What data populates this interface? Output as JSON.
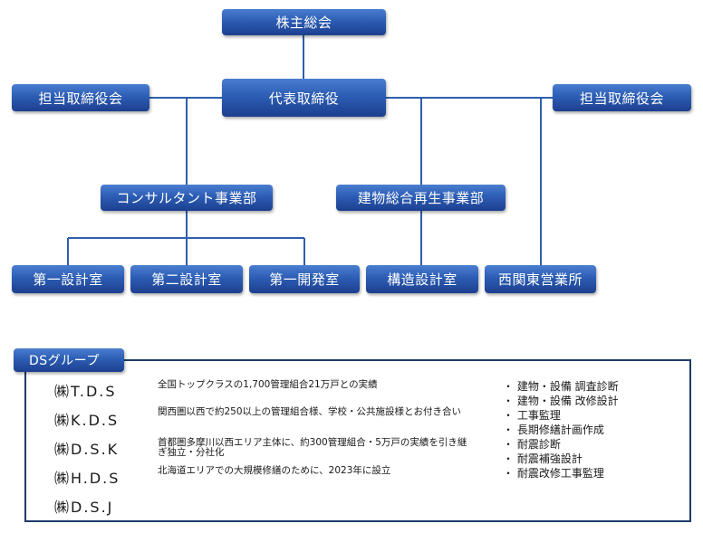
{
  "org": {
    "shareholders": "株主総会",
    "auditors_left": "担当取締役会",
    "president": "代表取締役",
    "auditors_right": "担当取締役会",
    "consulting_div": "コンサルタント事業部",
    "rebuild_div": "建物総合再生事業部",
    "design1": "第一設計室",
    "design2": "第二設計室",
    "dev1": "第一開発室",
    "structure": "構造設計室",
    "west_kanto": "西関東営業所"
  },
  "group": {
    "title": "DSグループ",
    "companies": [
      {
        "name": "㈱T.D.S",
        "desc": "全国トップクラスの1,700管理組合21万戸との実績"
      },
      {
        "name": "㈱K.D.S",
        "desc": "関西圏以西で約250以上の管理組合様、学校・公共施設様とお付き合い"
      },
      {
        "name": "㈱D.S.K",
        "desc": "首都圏多摩川以西エリア主体に、約300管理組合・5万戸の実績を引き継ぎ独立・分社化"
      },
      {
        "name": "㈱H.D.S",
        "desc": "北海道エリアでの大規模修繕のために、2023年に設立"
      },
      {
        "name": "㈱D.S.J",
        "desc": ""
      }
    ],
    "services": [
      "・ 建物・設備 調査診断",
      "・ 建物・設備 改修設計",
      "・ 工事監理",
      "・ 長期修繕計画作成",
      "・ 耐震診断",
      "・ 耐震補強設計",
      "・ 耐震改修工事監理"
    ]
  },
  "colors": {
    "box_top": "#4a7ed0",
    "box_bottom": "#1d3f8f",
    "line": "#2f5fae",
    "panel_border": "#1f3a6a"
  }
}
